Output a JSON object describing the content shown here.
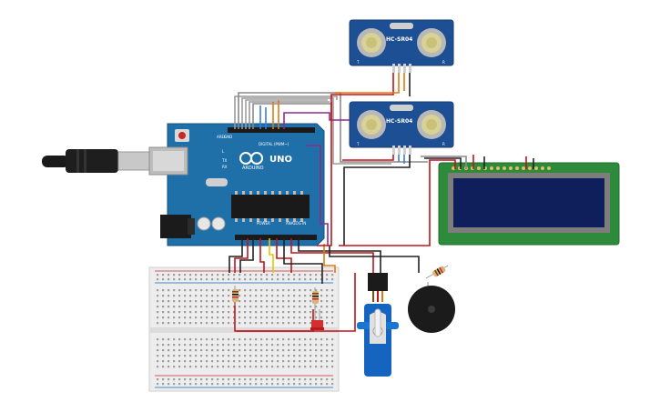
{
  "arduino": {
    "brand": "ARDUINO",
    "model": "UNO",
    "digital_label": "DIGITAL (PWM~)",
    "power_label": "POWER",
    "analog_label": "ANALOG IN",
    "tx": "TX",
    "rx": "RX",
    "l": "L",
    "aref": "AREF",
    "gnd": "GND"
  },
  "sensor_top": {
    "model": "HC-SR04",
    "t": "T",
    "r": "R"
  },
  "sensor_bottom": {
    "model": "HC-SR04",
    "t": "T",
    "r": "R"
  },
  "lcd": {},
  "colors": {
    "board": "#1f6fa8",
    "sensor": "#1d4f94",
    "lcd_pcb": "#2e8b3c",
    "lcd_screen": "#0f1f5c",
    "wire_red": "#c0141b",
    "wire_black": "#222222",
    "wire_gray": "#8a8a8a",
    "wire_orange": "#e07a10",
    "wire_purple": "#8b2c8e",
    "wire_blue": "#3a7bd5",
    "wire_yellow": "#e8c400",
    "buzzer": "#1b1b1b",
    "servo": "#1565c0"
  },
  "icons": [
    "usb-cable-icon",
    "led-icon",
    "resistor-icon",
    "buzzer-icon",
    "servo-icon"
  ]
}
